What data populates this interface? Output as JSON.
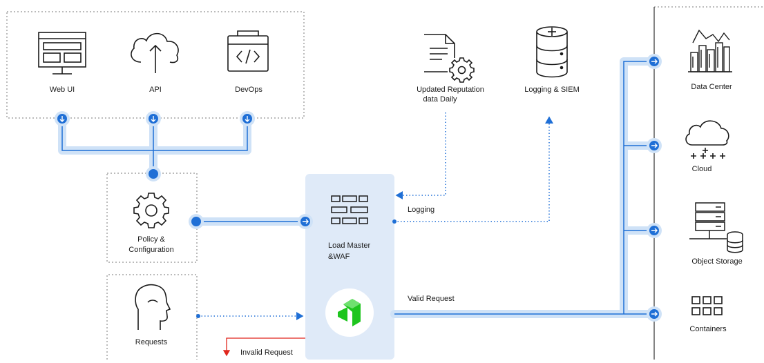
{
  "sources": {
    "web_ui": "Web UI",
    "api": "API",
    "devops": "DevOps"
  },
  "policy": {
    "line1": "Policy &",
    "line2": "Configuration"
  },
  "requests": "Requests",
  "invalid_request": "Invalid Request",
  "load_master": {
    "line1": "Load Master",
    "line2": "&WAF"
  },
  "logging": "Logging",
  "valid_request": "Valid Request",
  "reputation": {
    "line1": "Updated Reputation",
    "line2": "data Daily"
  },
  "logging_siem": "Logging & SIEM",
  "targets": {
    "data_center": "Data Center",
    "cloud": "Cloud",
    "object_storage": "Object Storage",
    "containers": "Containers"
  },
  "colors": {
    "blue": "#1f6fd6",
    "light_blue": "#cfe2f7",
    "panel": "#dfeaf8",
    "green": "#1ec51e",
    "red": "#e0261d"
  }
}
